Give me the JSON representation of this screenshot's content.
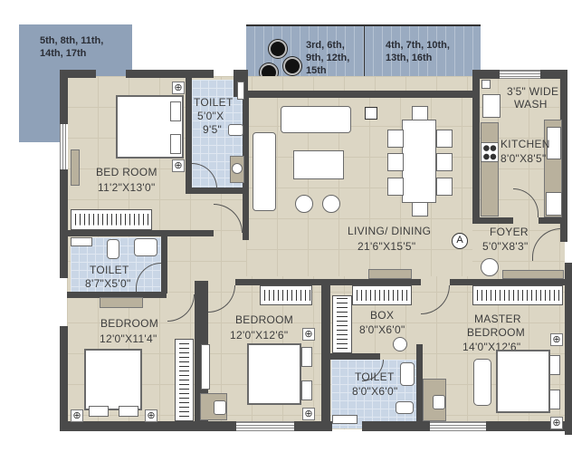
{
  "plan": {
    "type": "apartment floor plan",
    "balconies": [
      {
        "id": "balcony-left",
        "floors_label": "5th, 8th, 11th,\n14th, 17th",
        "line1": "5th, 8th, 11th,",
        "line2": "14th, 17th"
      },
      {
        "id": "balcony-top-left",
        "line1": "3rd, 6th,",
        "line2": "9th, 12th,",
        "line3": "15th"
      },
      {
        "id": "balcony-top-right",
        "line1": "4th, 7th, 10th,",
        "line2": "13th, 16th"
      }
    ],
    "rooms": {
      "bedroom_top": {
        "name": "BED ROOM",
        "size": "11'2\"X13'0\""
      },
      "toilet_top": {
        "name": "TOILET",
        "size_line1": "5'0\"X",
        "size_line2": "9'5\""
      },
      "living": {
        "name": "LIVING/ DINING",
        "size": "21'6\"X15'5\""
      },
      "kitchen": {
        "name": "KITCHEN",
        "size": "8'0\"X8'5\""
      },
      "wash": {
        "line1": "3'5\" WIDE",
        "line2": "WASH"
      },
      "foyer": {
        "name": "FOYER",
        "size": "5'0\"X8'3\""
      },
      "toilet_left": {
        "name": "TOILET",
        "size": "8'7\"X5'0\""
      },
      "bedroom_left": {
        "name": "BEDROOM",
        "size": "12'0\"X11'4\""
      },
      "bedroom_mid": {
        "name": "BEDROOM",
        "size": "12'0\"X12'6\""
      },
      "box": {
        "name": "BOX",
        "size": "8'0\"X6'0\""
      },
      "toilet_mid": {
        "name": "TOILET",
        "size": "8'0\"X6'0\""
      },
      "master": {
        "line1": "MASTER",
        "line2": "BEDROOM",
        "size": "14'0\"X12'6\""
      }
    },
    "entrance_marker": "A",
    "lamp_glyph": "⊕",
    "colors": {
      "floor": "#dcd6c4",
      "wall": "#4a4a4a",
      "tile": "#c9d6e6",
      "balcony": "#8fa1b8"
    }
  }
}
